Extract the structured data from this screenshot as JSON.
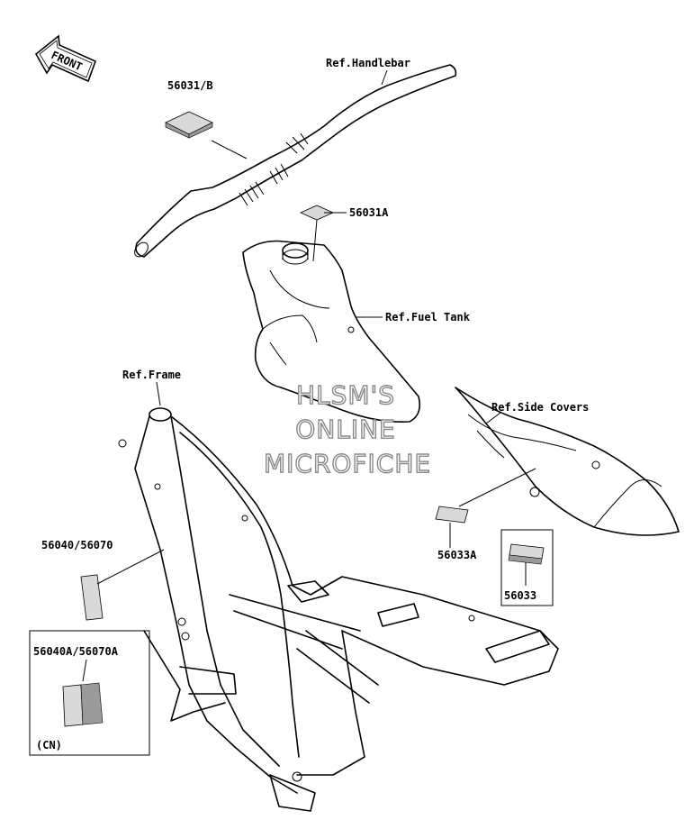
{
  "front_marker": {
    "label": "FRONT",
    "icon": "front-arrow-icon"
  },
  "references": {
    "handlebar": "Ref.Handlebar",
    "fuel_tank": "Ref.Fuel Tank",
    "frame": "Ref.Frame",
    "side_covers": "Ref.Side Covers"
  },
  "parts": {
    "p56031b": "56031/B",
    "p56031a": "56031A",
    "p56033a": "56033A",
    "p56033": "56033",
    "p56040_56070": "56040/56070",
    "p56040a_56070a": "56040A/56070A"
  },
  "cn_box": {
    "note": "(CN)"
  },
  "watermark": {
    "line1": "HLSM'S",
    "line2": "ONLINE",
    "line3": "MICROFICHE"
  }
}
